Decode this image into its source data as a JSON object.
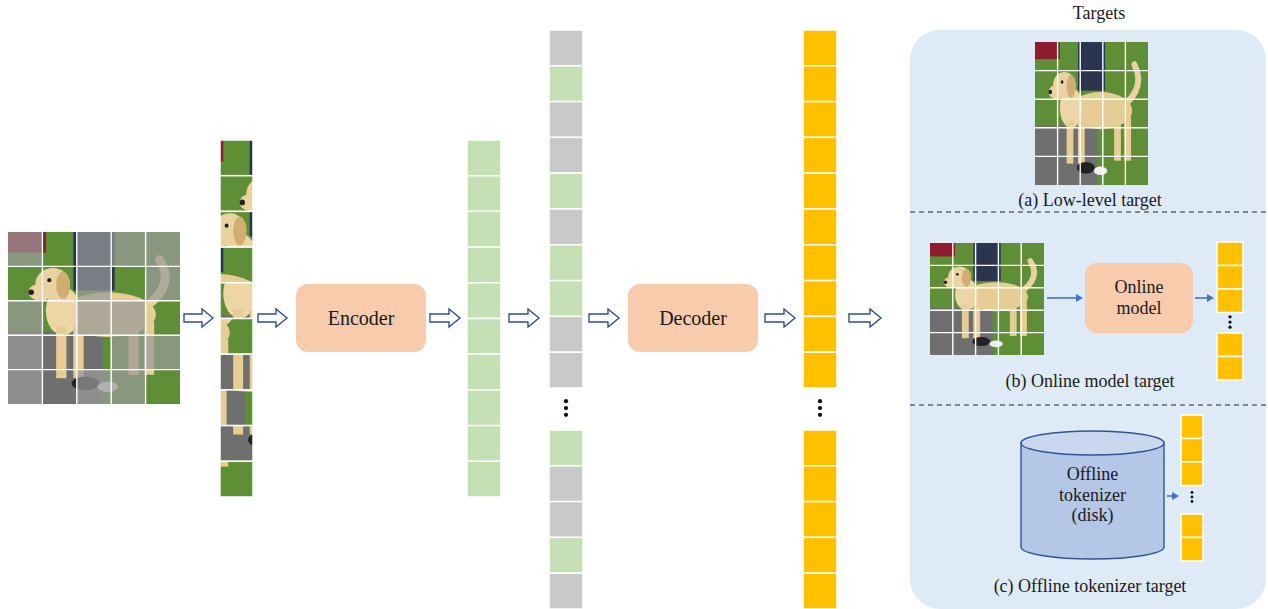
{
  "diagram": {
    "nodes": [
      {
        "text": [
          "Encoder"
        ]
      },
      {
        "text": [
          "Decoder"
        ]
      },
      {
        "text": [
          "Targets",
          "(a) Low-level target",
          "(b) Online model target",
          "(c) Offline tokenizer target"
        ]
      },
      {
        "text": [
          "Online model"
        ],
        "in": 2
      },
      {
        "text": [
          "Offline tokenizer (disk)"
        ],
        "in": 2
      }
    ]
  }
}
